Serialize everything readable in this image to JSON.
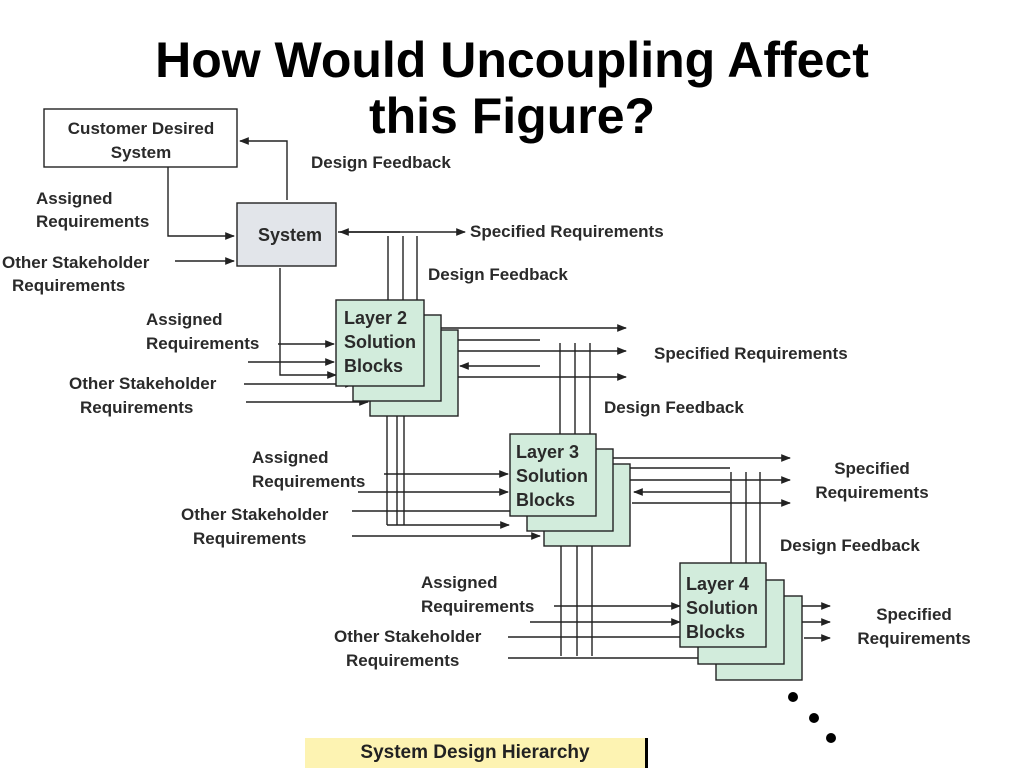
{
  "slide": {
    "title_line1": "How Would Uncoupling Affect",
    "title_line2": "this Figure?"
  },
  "diagram": {
    "customer_box": [
      "Customer Desired",
      "System"
    ],
    "system_box": "System",
    "layer2_box": [
      "Layer 2",
      "Solution",
      "Blocks"
    ],
    "layer3_box": [
      "Layer 3",
      "Solution",
      "Blocks"
    ],
    "layer4_box": [
      "Layer 4",
      "Solution",
      "Blocks"
    ],
    "feedback_top": "Design Feedback",
    "feedback_1": "Design Feedback",
    "feedback_2": "Design Feedback",
    "feedback_3": "Design Feedback",
    "spec_1": [
      "Specified Requirements"
    ],
    "spec_2": [
      "Specified Requirements"
    ],
    "spec_3": [
      "Specified",
      "Requirements"
    ],
    "spec_4": [
      "Specified",
      "Requirements"
    ],
    "assigned_0": [
      "Assigned",
      "Requirements"
    ],
    "other_0": [
      "Other Stakeholder",
      "Requirements"
    ],
    "assigned_1": [
      "Assigned",
      "Requirements"
    ],
    "other_1": [
      "Other Stakeholder",
      "Requirements"
    ],
    "assigned_2": [
      "Assigned",
      "Requirements"
    ],
    "other_2": [
      "Other Stakeholder",
      "Requirements"
    ],
    "assigned_3": [
      "Assigned",
      "Requirements"
    ],
    "other_3": [
      "Other Stakeholder",
      "Requirements"
    ],
    "caption": "System Design Hierarchy",
    "colors": {
      "system_fill": "#e2e5ea",
      "layer_fill": "#d2ecdc",
      "line": "#222222",
      "caption_fill": "#fdf3b2"
    }
  }
}
